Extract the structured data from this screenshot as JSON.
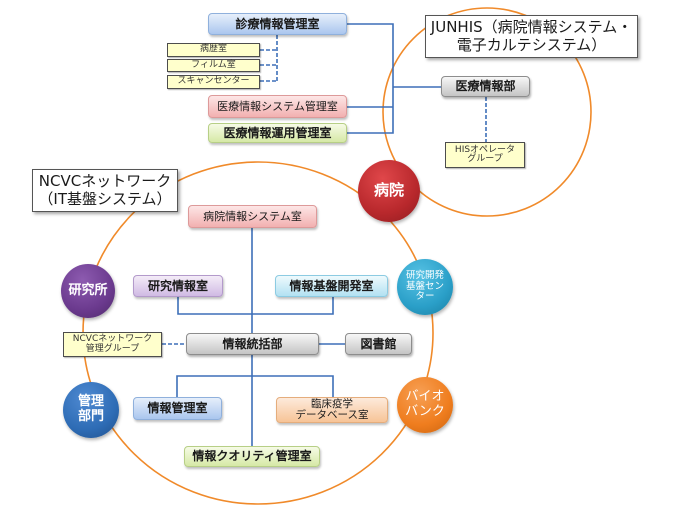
{
  "colors": {
    "connector_line": "#3d6fb8",
    "boundary_circle": "#f08a2a",
    "hospital": "#b8282c",
    "research_institute": "#6b3a8e",
    "research_center": "#2a9fc8",
    "admin": "#2e6cb5",
    "biobank": "#ef7d1e"
  },
  "labels": {
    "junhis": "JUNHIS（病院情報システム・\n電子カルテシステム）",
    "ncvc_network": "NCVCネットワーク\n（IT基盤システム）"
  },
  "circles": {
    "hospital": "病院",
    "research_institute": "研究所",
    "research_center": "研究開発\n基盤セン\nター",
    "admin": "管理\n部門",
    "biobank": "バイオ\nバンク"
  },
  "boxes": {
    "medical_records_office": "診療情報管理室",
    "medical_history_room": "病歴室",
    "film_room": "フィルム室",
    "scan_center": "スキャンセンター",
    "medical_info_system_office": "医療情報システム管理室",
    "medical_info_operation_office": "医療情報運用管理室",
    "medical_info_dept": "医療情報部",
    "his_operator_group": "HISオペレータ\nグループ",
    "hospital_info_system_room": "病院情報システム室",
    "research_info_room": "研究情報室",
    "info_infra_dev_room": "情報基盤開発室",
    "ncvc_network_mgmt_group": "NCVCネットワーク\n管理グループ",
    "info_general_dept": "情報統括部",
    "library": "図書館",
    "info_management_room": "情報管理室",
    "clinical_epi_db_room": "臨床疫学\nデータベース室",
    "info_quality_mgmt_room": "情報クオリティ管理室"
  }
}
